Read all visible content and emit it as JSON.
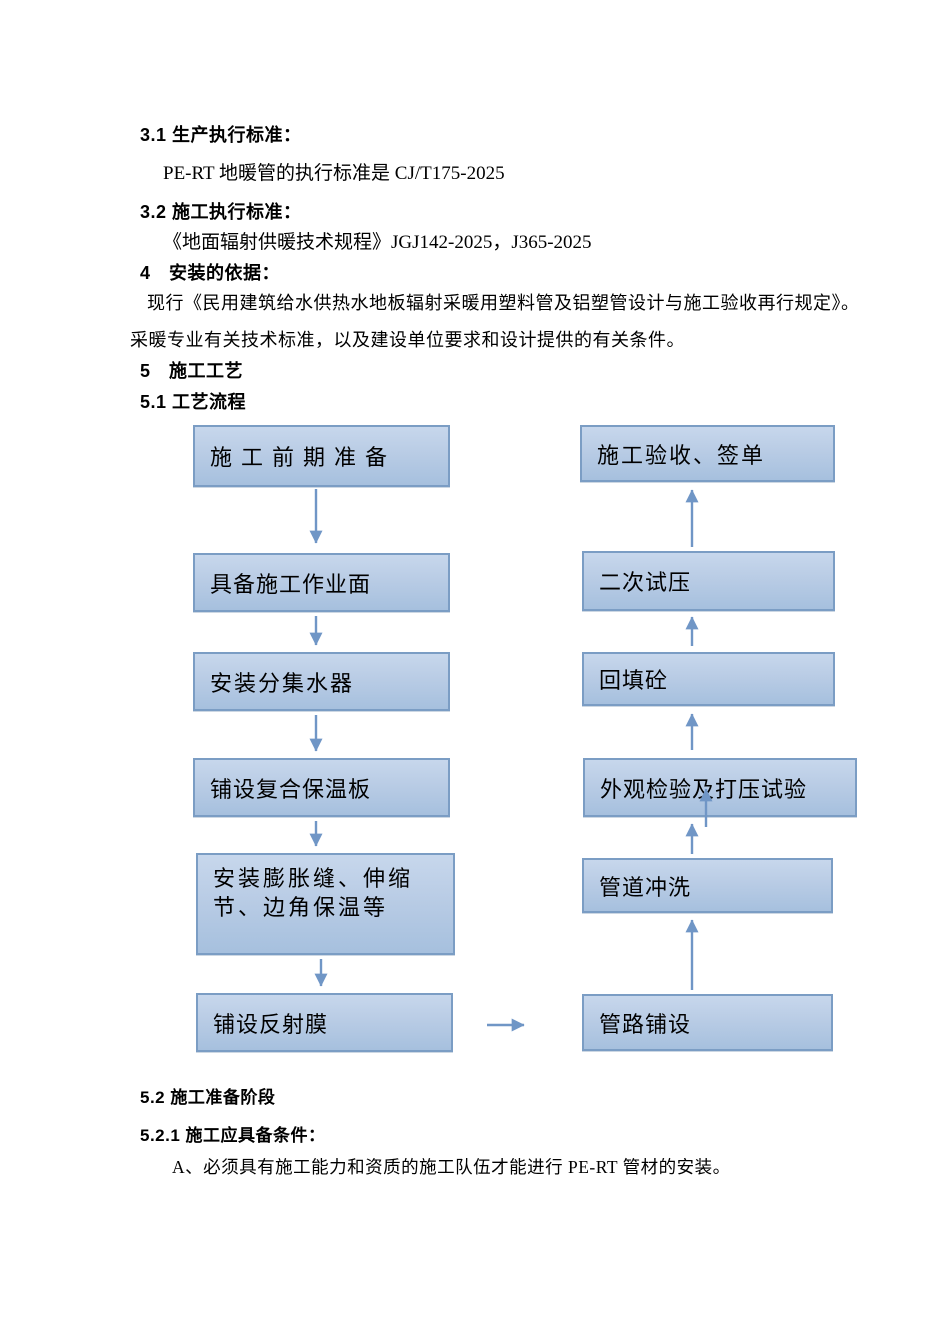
{
  "doc": {
    "h31": "3.1 生产执行标准：",
    "p31": "PE-RT 地暖管的执行标准是 CJ/T175-2025",
    "h32": "3.2 施工执行标准：",
    "p32": "《地面辐射供暖技术规程》JGJ142-2025，J365-2025",
    "h4": "4　安装的依据：",
    "p4a": "现行《民用建筑给水供热水地板辐射采暖用塑料管及铝塑管设计与施工验收再行规定》。",
    "p4b": "采暖专业有关技术标准，以及建设单位要求和设计提供的有关条件。",
    "h5": "5　施工工艺",
    "h51": "5.1 工艺流程",
    "h52": "5.2 施工准备阶段",
    "h521": "5.2.1 施工应具备条件：",
    "pA": "A、必须具有施工能力和资质的施工队伍才能进行 PE-RT 管材的安装。"
  },
  "flowchart": {
    "left_boxes": [
      {
        "label": "施工前期准备"
      },
      {
        "label": "具备施工作业面"
      },
      {
        "label": "安装分集水器"
      },
      {
        "label": "铺设复合保温板"
      },
      {
        "lines": [
          "安装膨胀缝、伸缩",
          "节、边角保温等"
        ]
      },
      {
        "label": "铺设反射膜"
      }
    ],
    "right_boxes": [
      {
        "label": "施工验收、签单"
      },
      {
        "label": "二次试压"
      },
      {
        "label": "回填砼"
      },
      {
        "label": "外观检验及打压试验"
      },
      {
        "label": "管道冲洗"
      },
      {
        "label": "管路铺设"
      }
    ],
    "flow_order_note": "左列自上而下，底部向右转入右列，右列自下而上",
    "colors": {
      "box_fill_top": "#c7d7ec",
      "box_fill_bottom": "#a6c0de",
      "box_border": "#7b9dc4",
      "arrow": "#7096c6"
    }
  }
}
